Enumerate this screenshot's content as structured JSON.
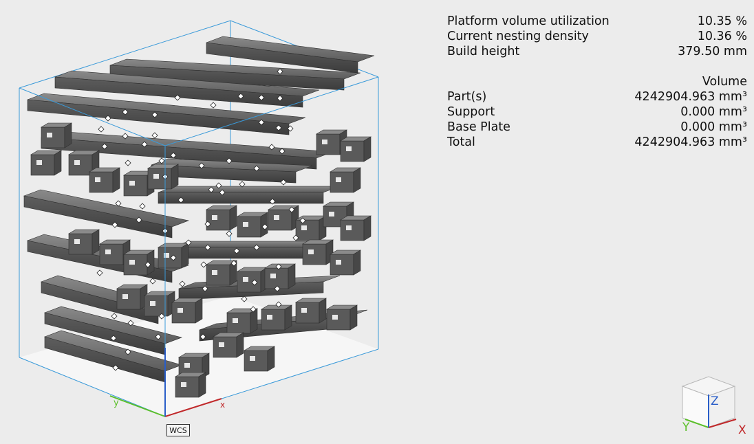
{
  "stats": {
    "platform_volume_utilization": {
      "label": "Platform volume utilization",
      "value": "10.35 %"
    },
    "current_nesting_density": {
      "label": "Current nesting density",
      "value": "10.36 %"
    },
    "build_height": {
      "label": "Build height",
      "value": "379.50 mm"
    },
    "volume_header": "Volume",
    "parts": {
      "label": "Part(s)",
      "value": "4242904.963 mm³"
    },
    "support": {
      "label": "Support",
      "value": "0.000 mm³"
    },
    "base_plate": {
      "label": "Base Plate",
      "value": "0.000 mm³"
    },
    "total": {
      "label": "Total",
      "value": "4242904.963 mm³"
    }
  },
  "wcs": {
    "label": "WCS",
    "axis_x": "x",
    "axis_y": "y"
  },
  "view_cube": {
    "axis_x": "X",
    "axis_y": "Y",
    "axis_z": "Z"
  },
  "colors": {
    "background": "#ececec",
    "part_fill": "#6a6a6a",
    "part_dark": "#3e3e3e",
    "bbox": "#3a9ad9",
    "axis_x": "#c0282a",
    "axis_y": "#5bbf2a",
    "axis_z": "#2a5ec8"
  },
  "icons": {
    "viewport": "3d-nesting-viewport",
    "view_cube": "orientation-cube-icon"
  }
}
